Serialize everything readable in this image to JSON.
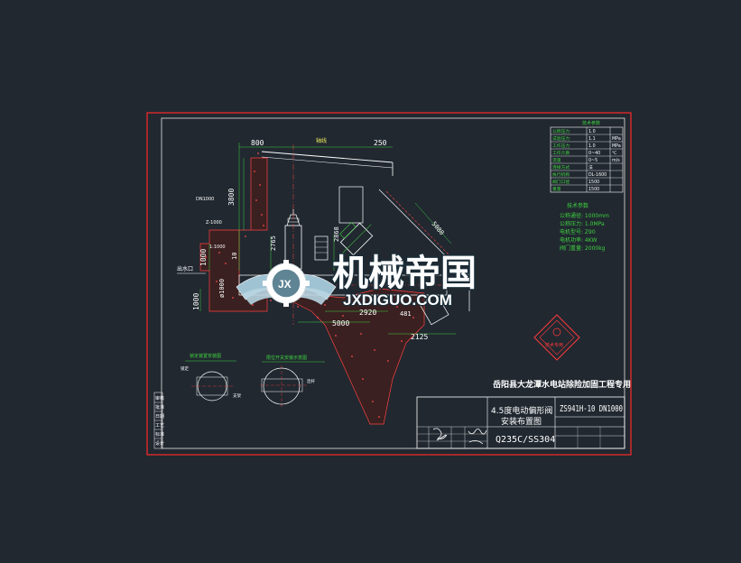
{
  "drawing": {
    "project_title": "岳阳县大龙潭水电站除险加固工程专用",
    "product_name": "4.5度电动偏形阀",
    "drawing_name": "安装布置图",
    "model_code": "ZS941H-10 DN1000",
    "material": "Q235C/SS304",
    "outlet_label": "出水口"
  },
  "dimensions": {
    "d_800": "800",
    "d_250": "250",
    "d_top_mid": "轴线",
    "d_3800": "3800",
    "d_2765": "2765",
    "d_2868": "2868",
    "d_5080": "5080",
    "d_1000a": "1000",
    "d_1000b": "1000",
    "d_10": "10",
    "d_1000_v": "ø1000",
    "d_5000": "5000",
    "d_2920": "2920",
    "d_481": "481",
    "d_2125": "2125"
  },
  "spec_table": {
    "title": "技术参数",
    "rows": [
      {
        "label": "公称压力",
        "value": "1.0",
        "unit": ""
      },
      {
        "label": "试验压力",
        "value": "1.1",
        "unit": "MPa"
      },
      {
        "label": "工作压力",
        "value": "1.0",
        "unit": "MPa"
      },
      {
        "label": "工作介质",
        "value": "0~40",
        "unit": "℃"
      },
      {
        "label": "流速",
        "value": "0~5",
        "unit": "m/s"
      },
      {
        "label": "连接方式",
        "value": "法",
        "unit": ""
      },
      {
        "label": "执行机构",
        "value": "DL-1600",
        "unit": ""
      },
      {
        "label": "阀门口径",
        "value": "1500",
        "unit": ""
      },
      {
        "label": "重量",
        "value": "1500",
        "unit": ""
      }
    ]
  },
  "motor_params": {
    "title": "技术参数",
    "lines": [
      "公称通径: 1000mm",
      "公称压力: 1.0MPa",
      "电机型号: Z90",
      "电机功率: 4KW",
      "阀门重量: 2000kg"
    ]
  },
  "stamp": {
    "text": "技术专用"
  },
  "watermark": {
    "cn": "机械帝国",
    "en": "JXDIGUO.COM",
    "badge": "JX"
  },
  "detail_labels": {
    "left_title": "锁定装置安装图",
    "right_title": "限位开关安装示意图",
    "label_a": "锁定",
    "label_b": "支架",
    "label_c": "连杆"
  },
  "left_column": [
    "审核",
    "批准",
    "日期",
    "工艺",
    "标准",
    "设计"
  ],
  "colors": {
    "background": "#212830",
    "frame": "#ff2a2a",
    "lines": "#ffffff",
    "text": "#ffffff",
    "green": "#3fd13f",
    "hatch": "#ff4040"
  }
}
